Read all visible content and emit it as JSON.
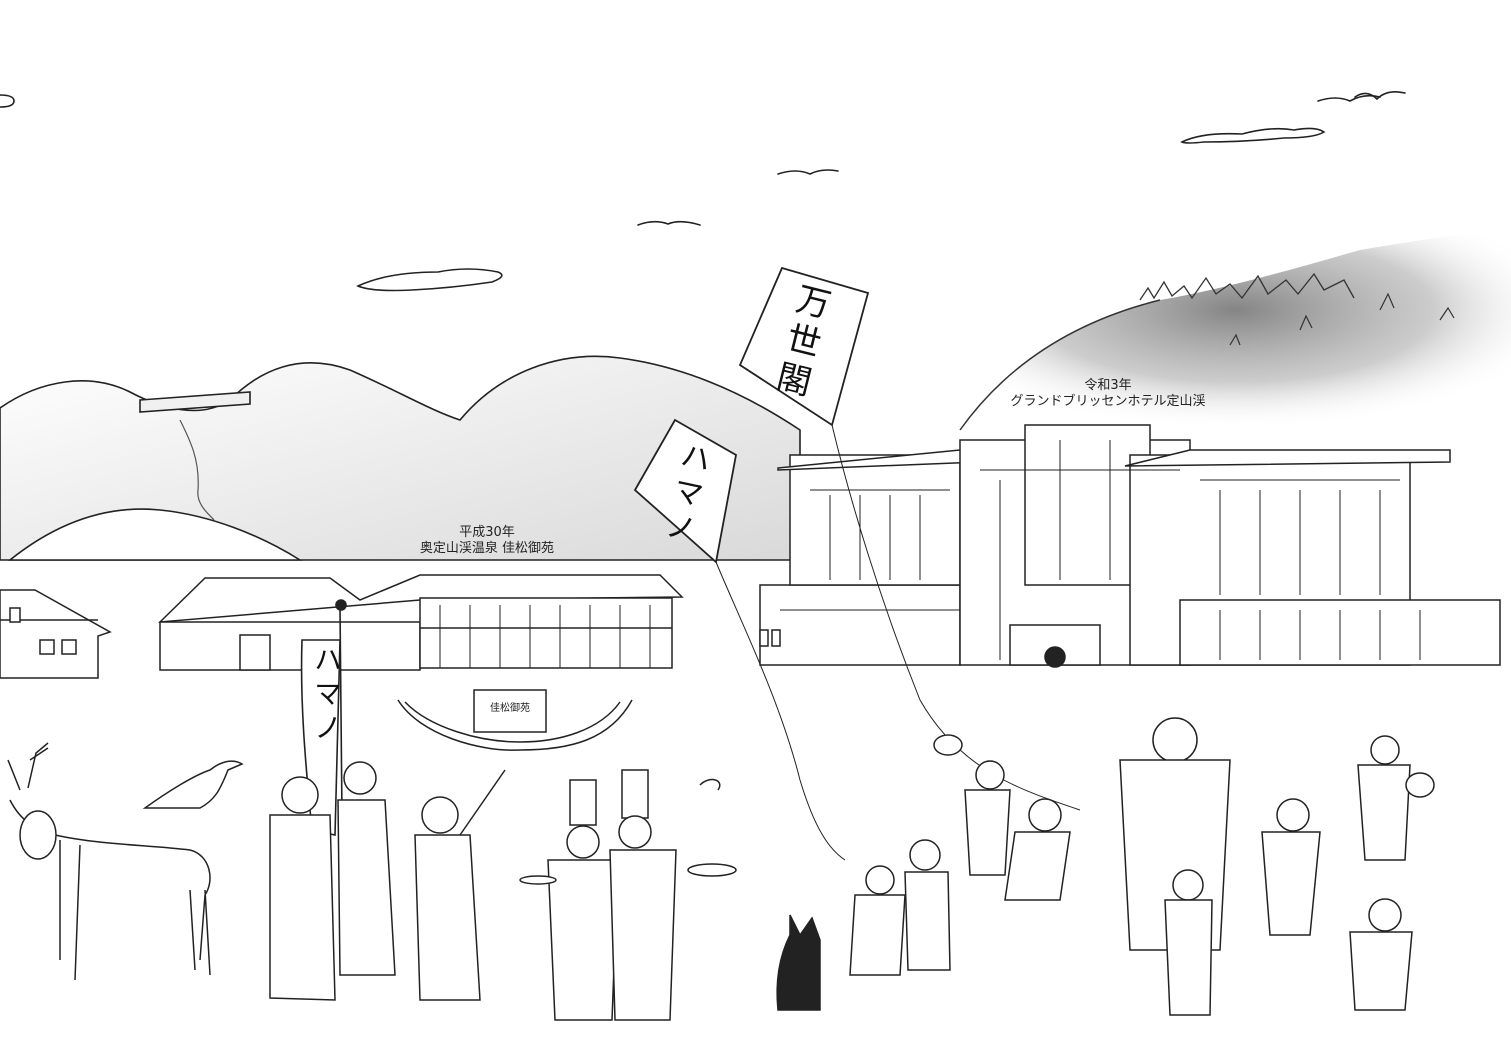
{
  "labels": {
    "ginzan": {
      "era": "平成30年",
      "name": "奥定山渓温泉 佳松御苑"
    },
    "grand": {
      "era": "令和3年",
      "name": "グランドブリッセンホテル定山渓"
    }
  },
  "kites": {
    "large": "万世閣",
    "small": "ハマノ"
  },
  "banner": "ハマノ",
  "sign": "佳松御苑",
  "colors": {
    "ink": "#222222",
    "mist": "#9a9a9a",
    "paper": "#ffffff"
  }
}
